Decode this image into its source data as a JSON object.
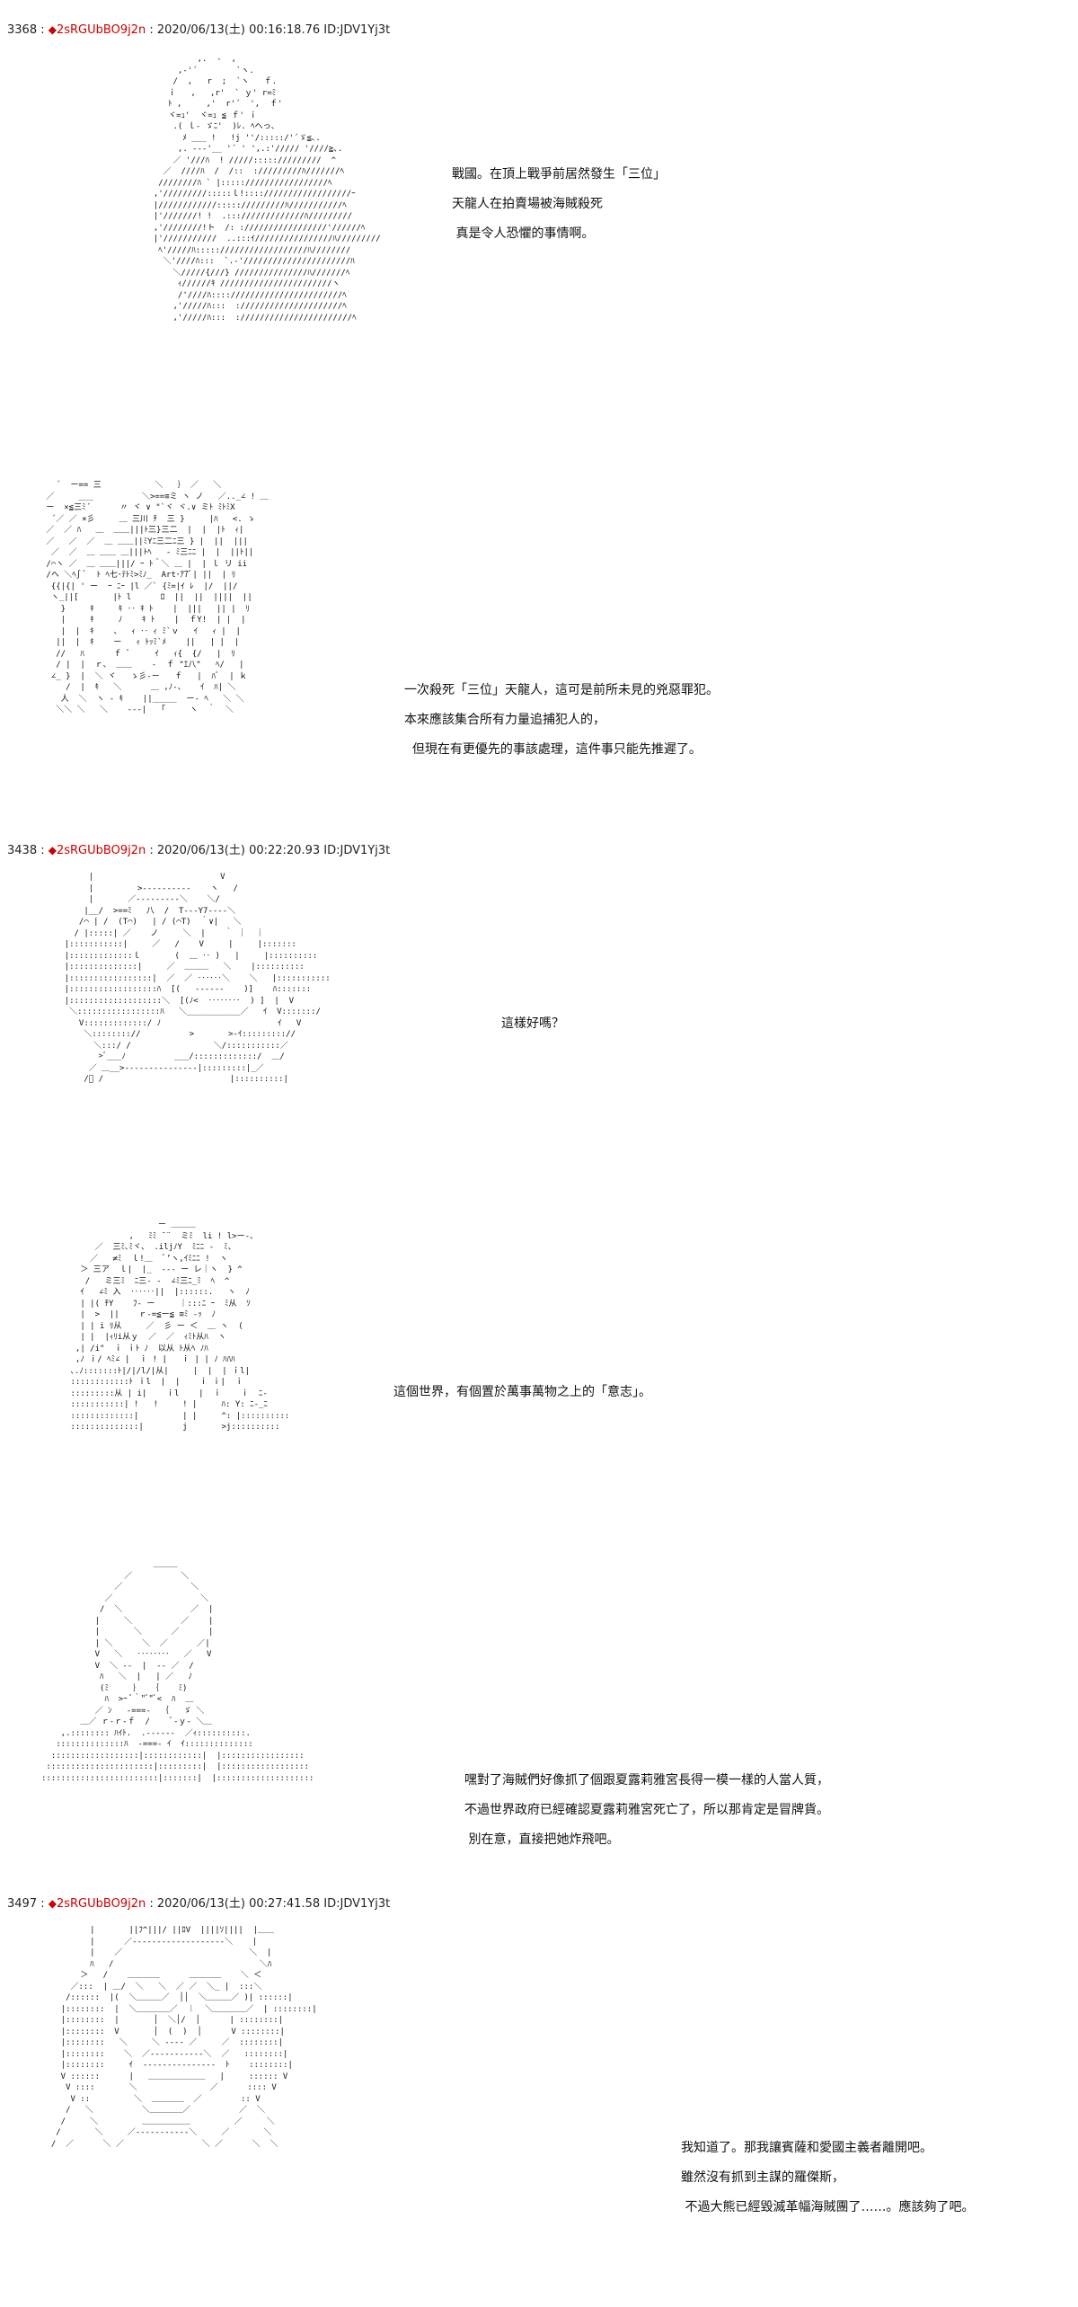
{
  "posts": [
    {
      "number": "3368",
      "separator": " : ",
      "diamond": "◆",
      "tripcode": "2sRGUbBO9j2n",
      "meta": " : 2020/06/13(土) 00:16:18.76 ID:JDV1Yj3t"
    },
    {
      "number": "3438",
      "separator": " : ",
      "diamond": "◆",
      "tripcode": "2sRGUbBO9j2n",
      "meta": " : 2020/06/13(土) 00:22:20.93 ID:JDV1Yj3t"
    },
    {
      "number": "3497",
      "separator": " : ",
      "diamond": "◆",
      "tripcode": "2sRGUbBO9j2n",
      "meta": " : 2020/06/13(土) 00:27:41.58 ID:JDV1Yj3t"
    }
  ],
  "dialogues": [
    {
      "lines": [
        "戰國。在頂上戰爭前居然發生「三位」",
        "天龍人在拍賣場被海賊殺死",
        " 真是令人恐懼的事情啊。"
      ]
    },
    {
      "lines": [
        "一次殺死「三位」天龍人，這可是前所未見的兇惡罪犯。",
        "本來應該集合所有力量追捕犯人的，",
        "  但現在有更優先的事該處理，這件事只能先推遲了。"
      ]
    },
    {
      "lines": [
        "這樣好嗎？"
      ]
    },
    {
      "lines": [
        "這個世界，有個置於萬事萬物之上的「意志」。"
      ]
    },
    {
      "lines": [
        "嘿對了海賊們好像抓了個跟夏露莉雅宮長得一模一樣的人當人質，",
        "不過世界政府已經確認夏露莉雅宮死亡了，所以那肯定是冒牌貨。",
        " 別在意，直接把她炸飛吧。"
      ]
    },
    {
      "lines": [
        "我知道了。那我讓賓薩和愛國主義者離開吧。",
        "雖然沒有抓到主謀的羅傑斯，",
        " 不過大熊已經毀滅革幅海賊團了……。應該夠了吧。"
      ]
    }
  ],
  "ascii_art": [
    {
      "subject": "bald elder (Gorosei) with robe",
      "text": "           ,.  -  ,\n       ,-'´        `ヽ.\n      /  ,   r  ;  `ヽ   ｆ.\n     ｉ   ,   ,r'  ` ｙ' r=ﾐ\n     ﾄ ,     ,'  r'´  ',  ｆ'\n     ヾ=ｭ'  ヾ=ｭ ≦ ｆ' ｉ\n      .( ｌ- ゞﾆ'  )ﾚ. ﾍへっ、\n        ﾒ ___ !   !j ''/:::::/'´ゞ≦､.\n       ,. -‐-'__ '´ ' ',.:'///// '////≧､.\n      ／ '///ﾊ  ! /////::::://///////  ^\n    ／  ////ﾊ  /  /::  ://///////ﾊ///////ﾍ\n   ////////ﾊ ` |::::://///////////////ﾍ\n  ,'/////////:::::ｌ!:::://////////////////ｰ\n  |////////////::::://///////ﾊ///////////ﾍ\n  |'///////! !  .::://///////////ﾊ/////////\n  ,'////////!ト  /: ://///////////////'//////ﾍ\n  |'///////////  ..:::ｲ////////////////ﾊ/////////\n   ﾍ'/////ﾊ::::://////////////////ﾊ////////\n    ＼'////ﾊ:::  `.-'//////////////////////ﾊ\n      ＼/////{///} ///////////////ﾊ///////ﾍ\n       ｨ//////ｷ ///////////////////////ヽ\n       /'////ﾊ::::///////////////////////ﾍ\n      ,'/////ﾊ:::  ://///////////////////ﾍ\n      ,'/////ﾊ:::  :///////////////////////ﾍ"
    },
    {
      "subject": "Sengoku with goat and cap",
      "text": "   ´  ー== 三           ＼   ｝ ／   ＼\n ／     ___          ＼>==≡ミ ヽ ノ   ／.._∠ ! ＿\n ー  ×≦三ﾐ´      〃 ヾ ∨ \"`ヾ ヾ.∨ ミﾄ ﾐﾄﾐX\n  ´／ ／ ×彡     ＿ 三川 ﾁ  三 }     |ﾊ   <. ゝ\n ／  ／ ﾊ   ＿  ＿＿|||ﾄ三}三二  |  |  |ﾄ  ｨ|\n ／   ／  ／  ＿ ＿＿||ﾐYﾆ三二ﾆ三 } |  ||  |||\n  ／  ／  ＿ ＿＿ ＿|||ﾄﾍ   ‐ ﾐ三ﾆﾆ |  |  ||ﾄ||\n /⌒ヽ ／  ＿ ＿＿|||/ ｰ ﾄ＾＼ ＿ |  | ｌ リ ii\n /ヘ ＼ﾍ∫ ﾞ  ﾄ ﾍ七･ﾃﾄﾐ>ﾐﾉ_  Art･ｱ7ﾞ| ||  | ﾘ\n  {{|{| ' ー  ｰ ﾆｰ |l ／` {ﾐ=|ｲ ﾚ  |/  ||/\n  ヽ_||[       |ﾄ l      ﾛ  ||  ||  ||||  ||\n    }     ｷ     ｷ ‥ ｷ ﾄ    |  |||   || |  ﾘ\n    |     ｷ     ﾉ    ｷ ﾄ    |  ｆY!  | |  |\n    |  |  ｷ    、  ｨ ‥ ｨ ﾐ`ｖ   ｲ   ｨ |  |\n   ||  |  ｷ    ー   ｨ ﾄｯﾐ`ﾒ    ||   | |  |\n   //   ﾊ      ｆ ﾞ     ｲ   ｨ{  {/   |  ﾘ\n   / |  |  ｒ、 ＿＿    ‐  ｆ \"ｴ八\"   ﾍ/   |\n  ∠_ }  |  ＼ ヾ   ゝ彡‐ー   ｆ   |  ﾊﾞ  | ｋ\n     /  |  ｷ   ＼      ＿ ,ﾉ‐、   ｲ  ﾊ| ＼\n    人  ＼  ヽ ‐ ｷ    ||_____  ー‐ ﾍ   ＼ ＼\n   ＼＼ ＼   ＼    ‐‐‐|   ｢     ヽ  ｀  ＼"
    },
    {
      "subject": "round face with mustache",
      "text": "         |                          V\n         |         >‐‐‐‐‐‐‐‐‐‐    ヽ   /\n         |       ／‐‐‐‐‐‐‐‐‐＼    ＼/\n        |__/  >==ﾐ   八  /  T‐‐‐Y7‐‐‐‐＼\n       /⌒ | /  (T⌒)   | / (⌒T)  ｀∨|   ＼\n      / |:::::| ／    ノ     ＼  |    ｀ ｜  ｜\n    |:::::::::::|     ／   /    V     |     |:::::::\n    |:::::::::::::ｌ       (  ＿ ‥ )   |     |::::::::::\n    |::::::::::::::|     ／  ＿＿＿   ＼    |::::::::::\n    |:::::::::::::::::|  ／  ／ ‥‥‥＼    ＼   |:::::::::::\n    |::::::::::::::::::ﾊ  [(   ‐‐‐‐‐‐    )]    ﾊ:::::::\n    |:::::::::::::::::::＼  [(ﾉ<  ‥‥‥‥  ) ]  |  V\n     ＼:::::::::::::::::ﾊ   ＼___________／   ｲ  V:::::::/\n       V:::::::::::::/ ﾉ                        ｲ   V\n        ＼:::::::://          >       >-ｲ::::::::://\n          ＼:::/ /                 ＼/:::::::::::／\n           >ﾞ___ﾉ          ___/:::::::::::::/  ＿/\n         ／ ＿__>‐‐‐‐‐‐‐‐‐‐‐‐‐‐‐|:::::::::|_／\n        /ﾞ /                          |::::::::::|"
    },
    {
      "subject": "man with beard and hair",
      "text": "                        ー ＿＿＿\n                  ,   ﾐﾐ ¨¨  ミﾐ  li ! l>ー‐、\n           ／  三ﾐ､ﾐヾ、 .iljﾉY  ﾐﾆﾆ -  ﾐ、\n          ／   ≠ﾐ  ｌ!＿  ﾞ’ヽ,ｲﾐﾆﾆ !  ヽ\n        ＞ 三ア  ｌ|  |_  ‐‐‐ ー レ｜ヽ  } ^\n         /   ミ三ﾐ  ﾆ三- ‐  ∠ﾐ三ﾆ_ﾐ  ﾍ  ^\n        ｲ   ∠ﾐ 入  ‥‥‥||  |::::::.   ヽ  ﾉ\n        | |( ﾁY    ﾌ‐ ー     ｜:::ﾆ ｰ  ﾐ从  ｿ\n        |  >  ||    ｒ‐=≦ー≦ ≡ﾐ ‐ｯ  ﾉ\n        | | i ﾘ从     ／  彡 ー ＜  ＿ ヽ  (\n        | |  |ｨﾘi从ｙ  ／  ／  ｨﾐﾄ从ﾊ  ヽ\n       ,| /i\"  ｉ ｉﾄ ﾉ  以从 ﾄ从ﾍ ﾉﾊ\n       ,ﾉ ｉ/ ﾍﾐ∠ |  ｉ ! |   ｉ | | ﾉ ﾊﾊﾊ\n      ､.ﾉ:::::::ﾄ|/|/l/|从|     |  |  | ｉl|\n      ::::::::::::ﾄ ｉl  |  |    ｉ ｉ|  ｉ\n      :::::::::从 | i|    ｉl    |  ｉ    ｉ  ﾆ-\n      :::::::::::| !   !     ! |     ﾊ: Y: ﾆ-_ﾆ\n      :::::::::::::|         | |     ^: |::::::::::\n      ::::::::::::::|        j       >j::::::::::"
    },
    {
      "subject": "bald man with mustache",
      "text": "                       ＿＿＿\n                 ／          ＼\n               ／              ＼\n             ／                  ＼\n            /  ＼              ／  |\n           |     ＼          ／    |\n           |       ＼      ／      |\n           | ＼      ＼  ／      ／|\n           V   ＼   ‥‥‥‥   ／   V\n           V  ＼ ‐‐  |  ‐‐ ／  /\n            ﾊ   ＼  |   | ／   ﾉ\n            (ﾐ     ｝  ｛    ﾐ)\n             ﾊ  >ｰ ﾞ｀\"ﾞ\"ﾞ<  ﾊ  ＿\n           ／ ﾝ   -===-  ｛   ゞ ＼\n        ＿／ ｒ‐ｒ‐ｆ  /    ﾞ‐ｙ‐ ＼＿\n    ,.:::::::: ﾊｲﾄ.  .‐‐‐‐‐‐  ／ｨ::::::::::.\n   ::::::::::::::ﾊ  ‐===‐ ｲ  ｲ::::::::::::::\n  ::::::::::::::::::|::::::::::::|  |:::::::::::::::::\n ::::::::::::::::::::::|:::::::::|  |::::::::::::::::::\n::::::::::::::::::::::::|:::::::|  |::::::::::::::::::::"
    },
    {
      "subject": "large man with sunglasses",
      "text": "          |       ||ﾌ^|||/ ||ﾛV  ||||ｿ||||  |＿＿\n          |      ／‐‐‐‐‐‐‐‐‐‐‐‐‐‐‐‐‐‐‐＼    |\n          |    ／                          ＼  |\n          ﾊ   /                              ＼ﾊ\n        ＞   /    ＿＿＿＿      ＿＿＿＿    ＼ ＜\n      ／:::  | ＿/  ＼   ＼  ／ ／  ＼_ |  :::＼\n     /::::::  |(  ＼＿＿＿／  ││  ＼＿＿＿／ )| ::::::|\n    |::::::::  |  ＼＿＿＿＿／  ︱  ＼＿＿＿＿／  | ::::::::|\n    |::::::::  |       │  ＼│/  │      | ::::::::|\n    |::::::::  V       │  (  )  │      V ::::::::|\n    |::::::::   ＼     ＼ ‐‐‐‐ ／     ／  ::::::::|\n    |::::::::    ＼  ／‐‐‐‐‐‐‐‐‐‐‐＼  ／   ::::::::|\n    |::::::::     ｲ  ‐‐‐‐‐‐‐‐‐‐‐‐‐‐‐  ﾄ    ::::::::|\n    V ::::::      |   ＿＿＿＿＿＿＿   |     :::::: V\n     V ::::       ＼               ／      :::: V\n      V ::         ＼  ＿＿＿＿  ／        :: V\n     /   ＼          ＼＿＿＿＿／          ／  ＼\n    /     ＼         ＿＿＿＿＿＿         ／     ＼\n   /       ＼     ／‐‐‐‐‐‐‐‐‐‐‐＼     ／       ＼\n  /  ／      ＼ ／                ＼ ／      ＼  ＼"
    }
  ]
}
